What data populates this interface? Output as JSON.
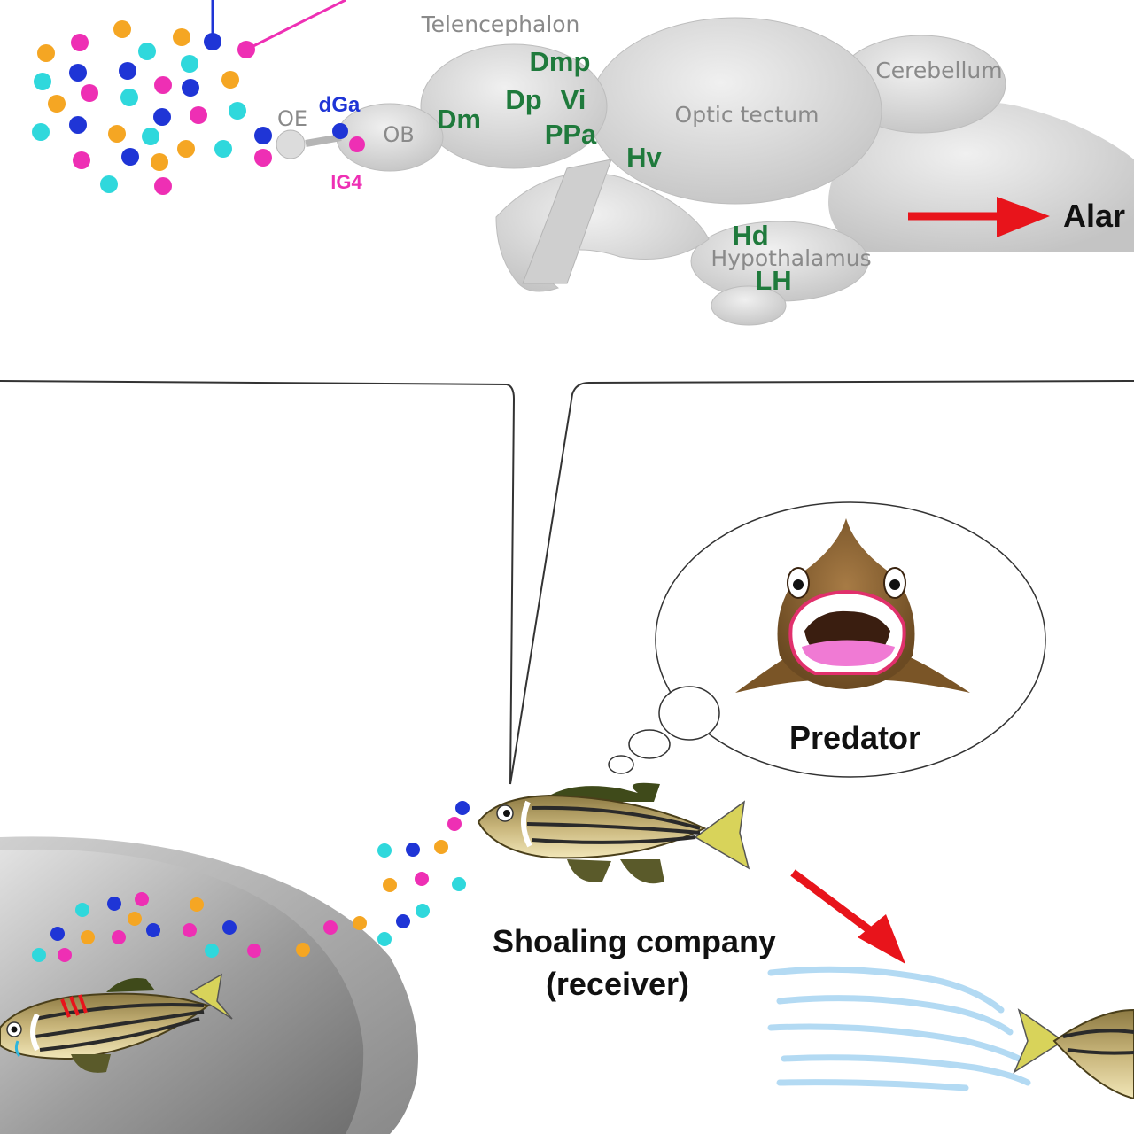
{
  "brain_labels": {
    "telencephalon": "Telencephalon",
    "cerebellum": "Cerebellum",
    "optic_tectum": "Optic tectum",
    "oe": "OE",
    "ob": "OB",
    "hypothalamus": "Hypothalamus"
  },
  "receptor_labels": {
    "dga": "dGa",
    "lg4": "lG4"
  },
  "nucleus_labels": {
    "dmp": "Dmp",
    "dp": "Dp",
    "vi": "Vi",
    "dm": "Dm",
    "ppa": "PPa",
    "hv": "Hv",
    "hd": "Hd",
    "lh": "LH"
  },
  "output_label": "Alar",
  "thought_label": "Predator",
  "receiver_label_line1": "Shoaling company",
  "receiver_label_line2": "(receiver)",
  "colors": {
    "orange": "#f5a623",
    "magenta": "#ee2fb4",
    "blue": "#1f35d6",
    "cyan": "#2fd8dc",
    "arrow_red": "#e8141b",
    "label_green": "#1f7a3c",
    "brain_gray": "#d6d6d6"
  }
}
